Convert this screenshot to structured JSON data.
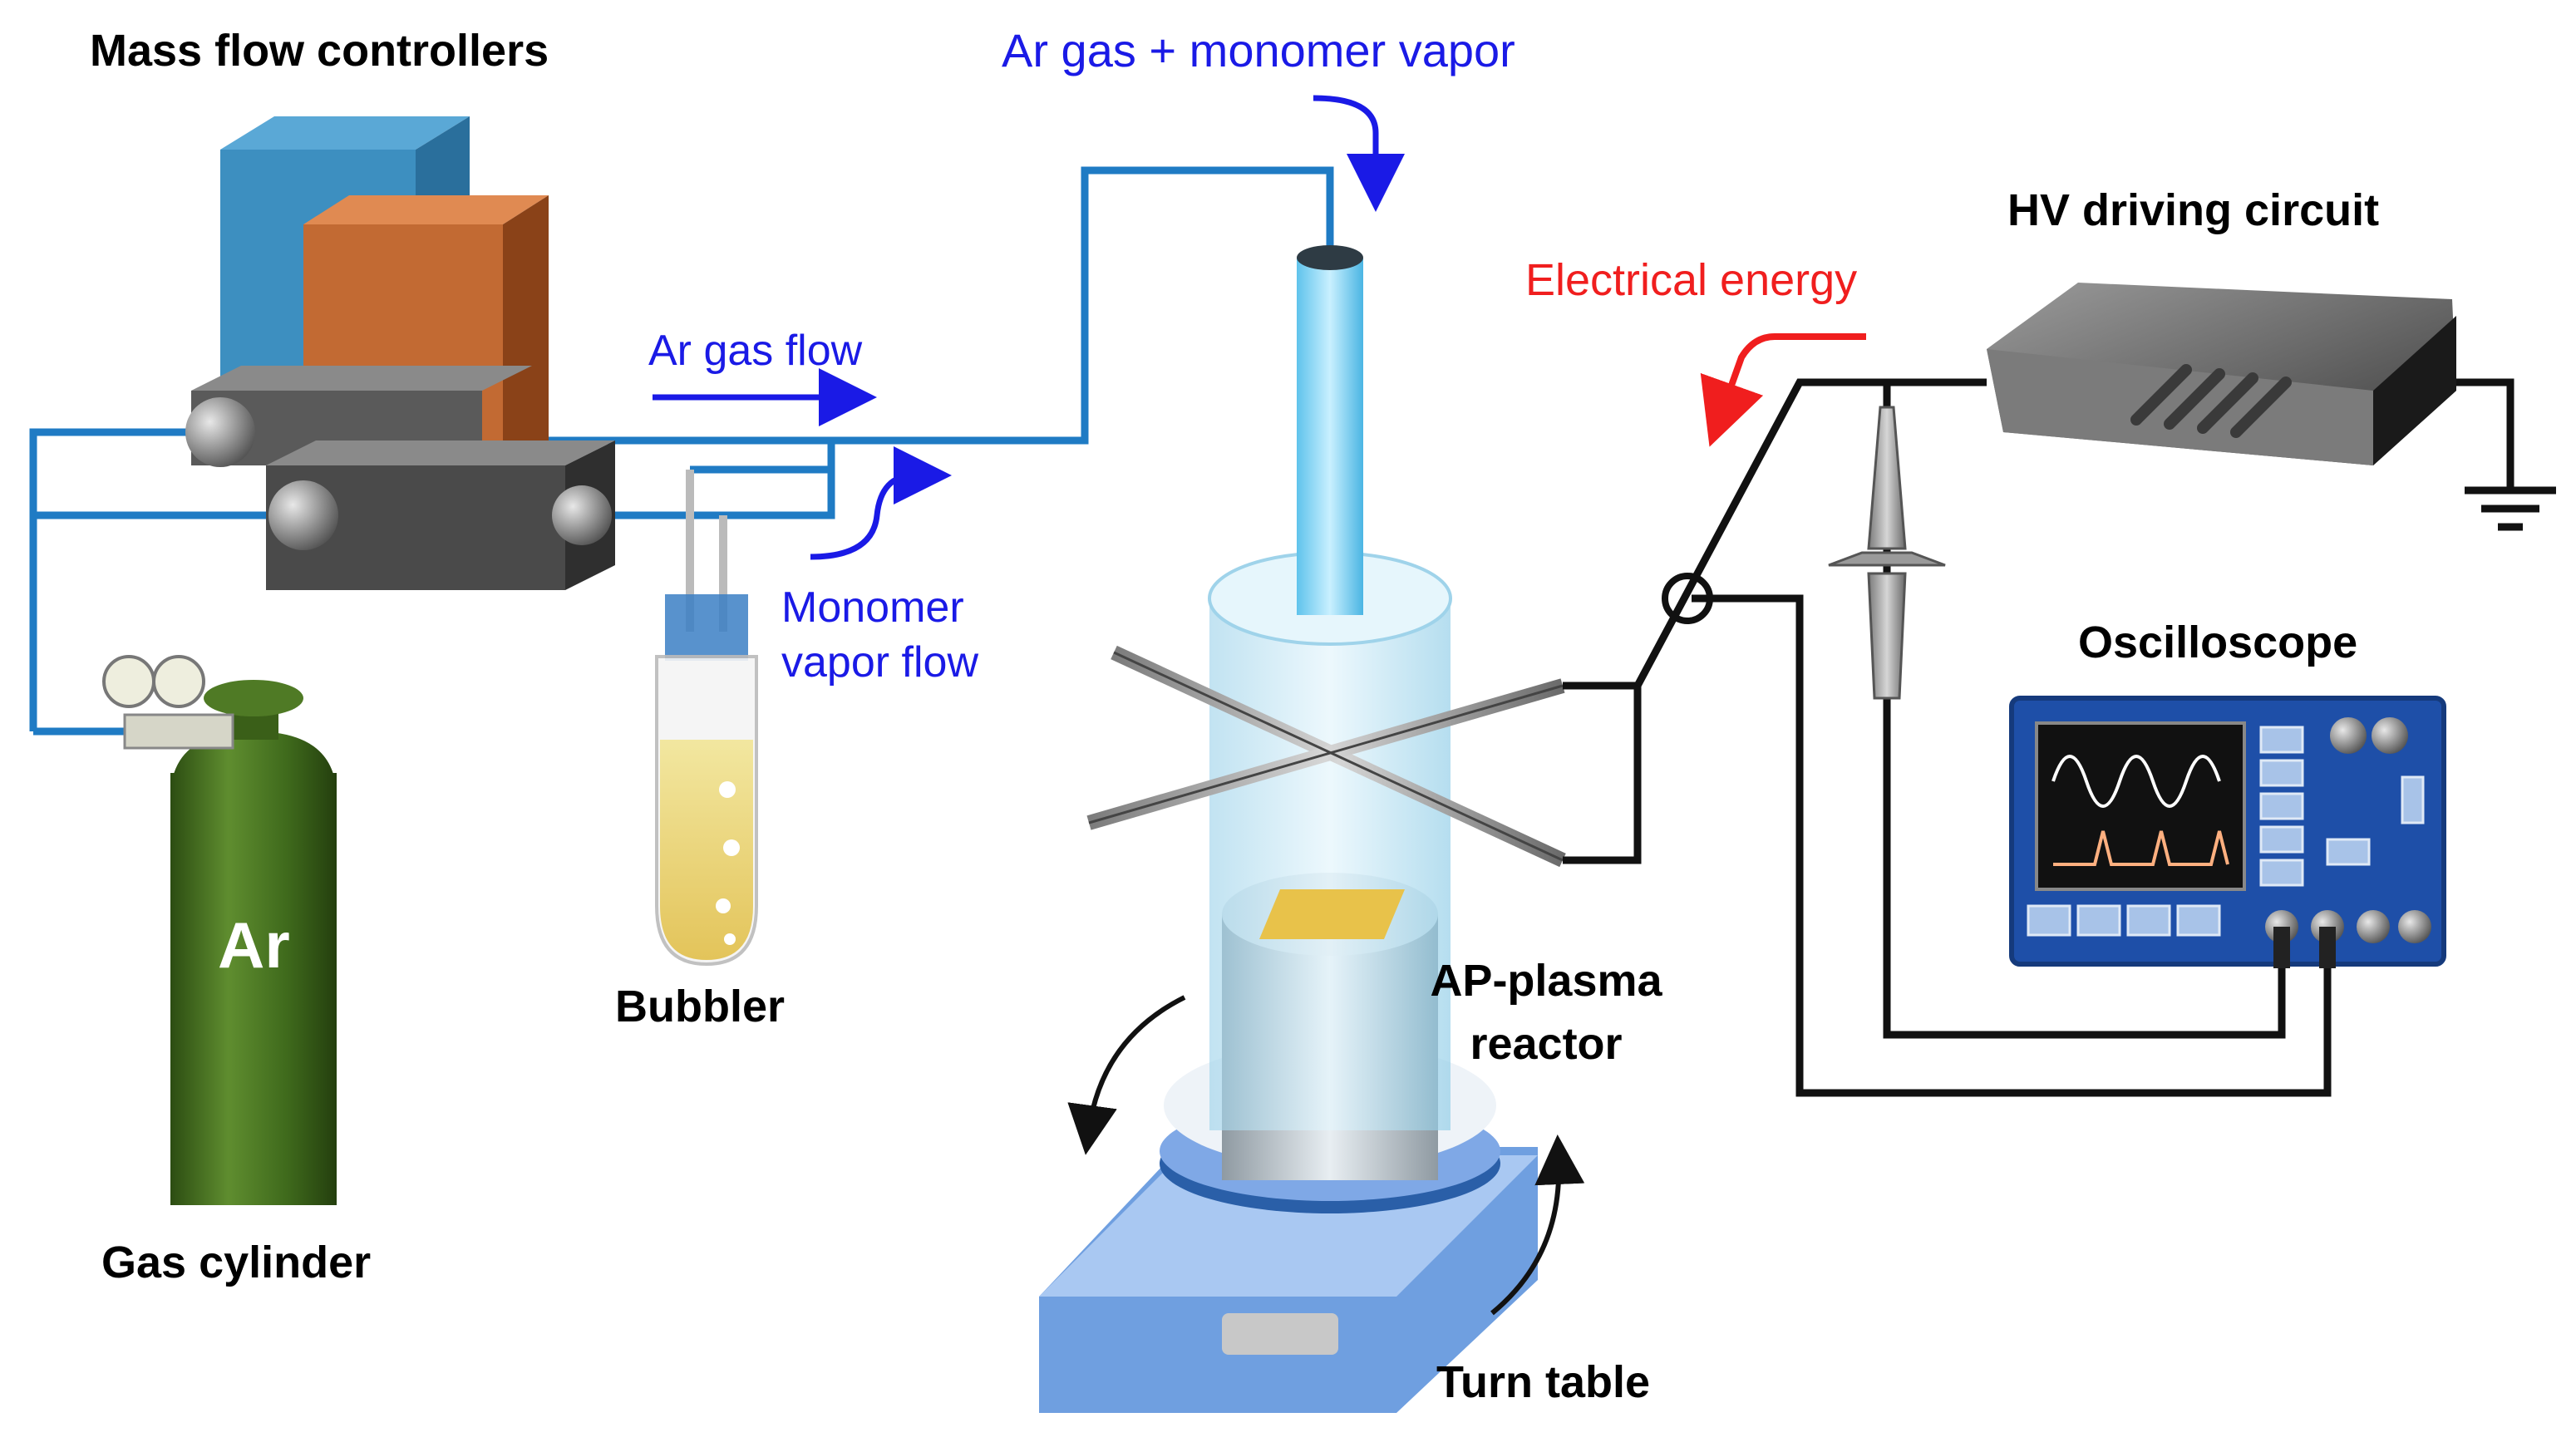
{
  "labels": {
    "mass_flow_controllers": "Mass flow controllers",
    "ar_gas_monomer_vapor": "Ar gas + monomer vapor",
    "ar_gas_flow": "Ar gas flow",
    "monomer_vapor_flow_line1": "Monomer",
    "monomer_vapor_flow_line2": "vapor flow",
    "electrical_energy": "Electrical energy",
    "hv_driving_circuit": "HV driving circuit",
    "oscilloscope": "Oscilloscope",
    "bubbler": "Bubbler",
    "gas_cylinder": "Gas cylinder",
    "cylinder_text": "Ar",
    "ap_plasma_reactor_line1": "AP-plasma",
    "ap_plasma_reactor_line2": "reactor",
    "turn_table": "Turn table"
  },
  "colors": {
    "label_black": "#000000",
    "flow_blue": "#1a1ae6",
    "energy_red": "#f01e1e",
    "pipe_blue": "#1f7bc4",
    "wire_black": "#111111",
    "cylinder_green": "#3f6a1c",
    "mfc_blue": "#3d8fc0",
    "mfc_orange": "#c26a33",
    "reactor_glass": "#bfe6f6",
    "turntable_blue": "#6f9fe0",
    "scope_blue": "#1e4fa8",
    "scope_trace_white": "#ffffff",
    "scope_trace_orange": "#ffb080",
    "substrate_yellow": "#e8c24a"
  }
}
